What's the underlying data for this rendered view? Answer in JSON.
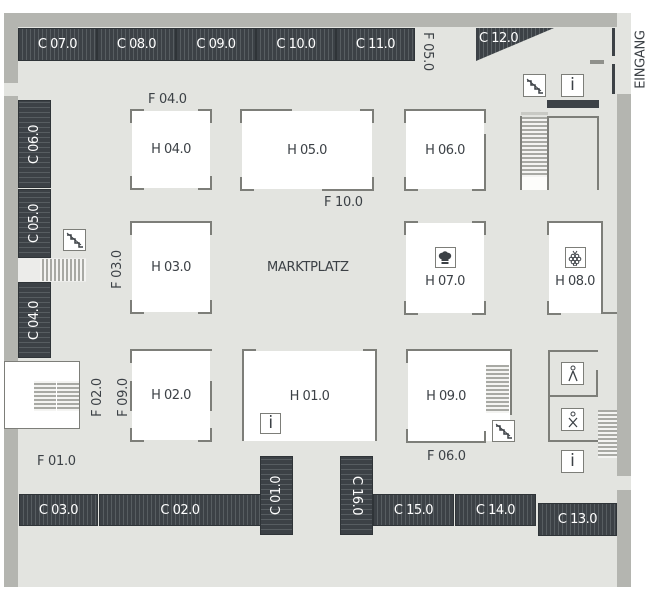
{
  "map": {
    "entrance_label": "EINGANG",
    "plaza_label": "MARKTPLATZ",
    "booths": {
      "c07": "C 07.0",
      "c08": "C 08.0",
      "c09": "C 09.0",
      "c10": "C 10.0",
      "c11": "C 11.0",
      "c12": "C 12.0",
      "c06": "C 06.0",
      "c05": "C 05.0",
      "c04": "C 04.0",
      "c03": "C 03.0",
      "c02": "C 02.0",
      "c01": "C 01.0",
      "c16": "C 16.0",
      "c15": "C 15.0",
      "c14": "C 14.0",
      "c13": "C 13.0"
    },
    "halls": {
      "h01": "H 01.0",
      "h02": "H 02.0",
      "h03": "H 03.0",
      "h04": "H 04.0",
      "h05": "H 05.0",
      "h06": "H 06.0",
      "h07": "H 07.0",
      "h08": "H 08.0",
      "h09": "H 09.0"
    },
    "areas": {
      "f01": "F 01.0",
      "f02": "F 02.0",
      "f03": "F 03.0",
      "f04": "F 04.0",
      "f05": "F 05.0",
      "f06": "F 06.0",
      "f09": "F 09.0",
      "f10": "F 10.0"
    },
    "icons": {
      "info": "i",
      "chef": "chef-hat",
      "wine": "grapes",
      "toilet_women": "woman",
      "toilet_men": "man",
      "stairs": "stairs"
    }
  }
}
